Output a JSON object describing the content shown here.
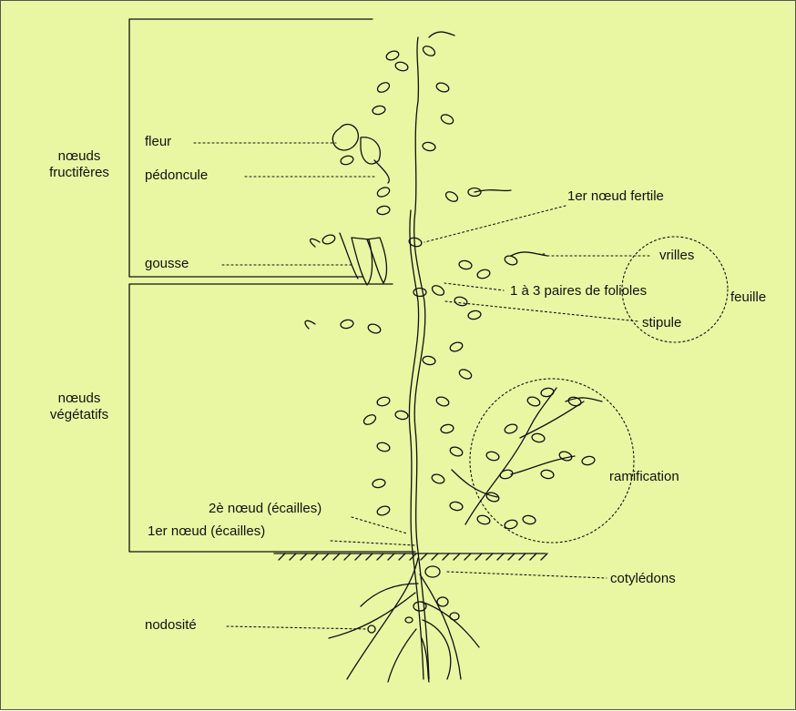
{
  "diagram": {
    "colors": {
      "background": "#e9f7a3",
      "ink": "#111111"
    },
    "groups": {
      "fruiting": [
        "nœuds",
        "fructifères"
      ],
      "vegetative": [
        "nœuds",
        "végétatifs"
      ],
      "leaf": "feuille"
    },
    "labels": {
      "fleur": "fleur",
      "pedoncule": "pédoncule",
      "gousse": "gousse",
      "first_fertile_node": "1er nœud fertile",
      "vrilles": "vrilles",
      "folioles": "1 à 3 paires de folioles",
      "stipule": "stipule",
      "ramification": "ramification",
      "second_node": "2è nœud (écailles)",
      "first_node": "1er nœud (écailles)",
      "cotyledons": "cotylédons",
      "nodosite": "nodosité"
    }
  }
}
